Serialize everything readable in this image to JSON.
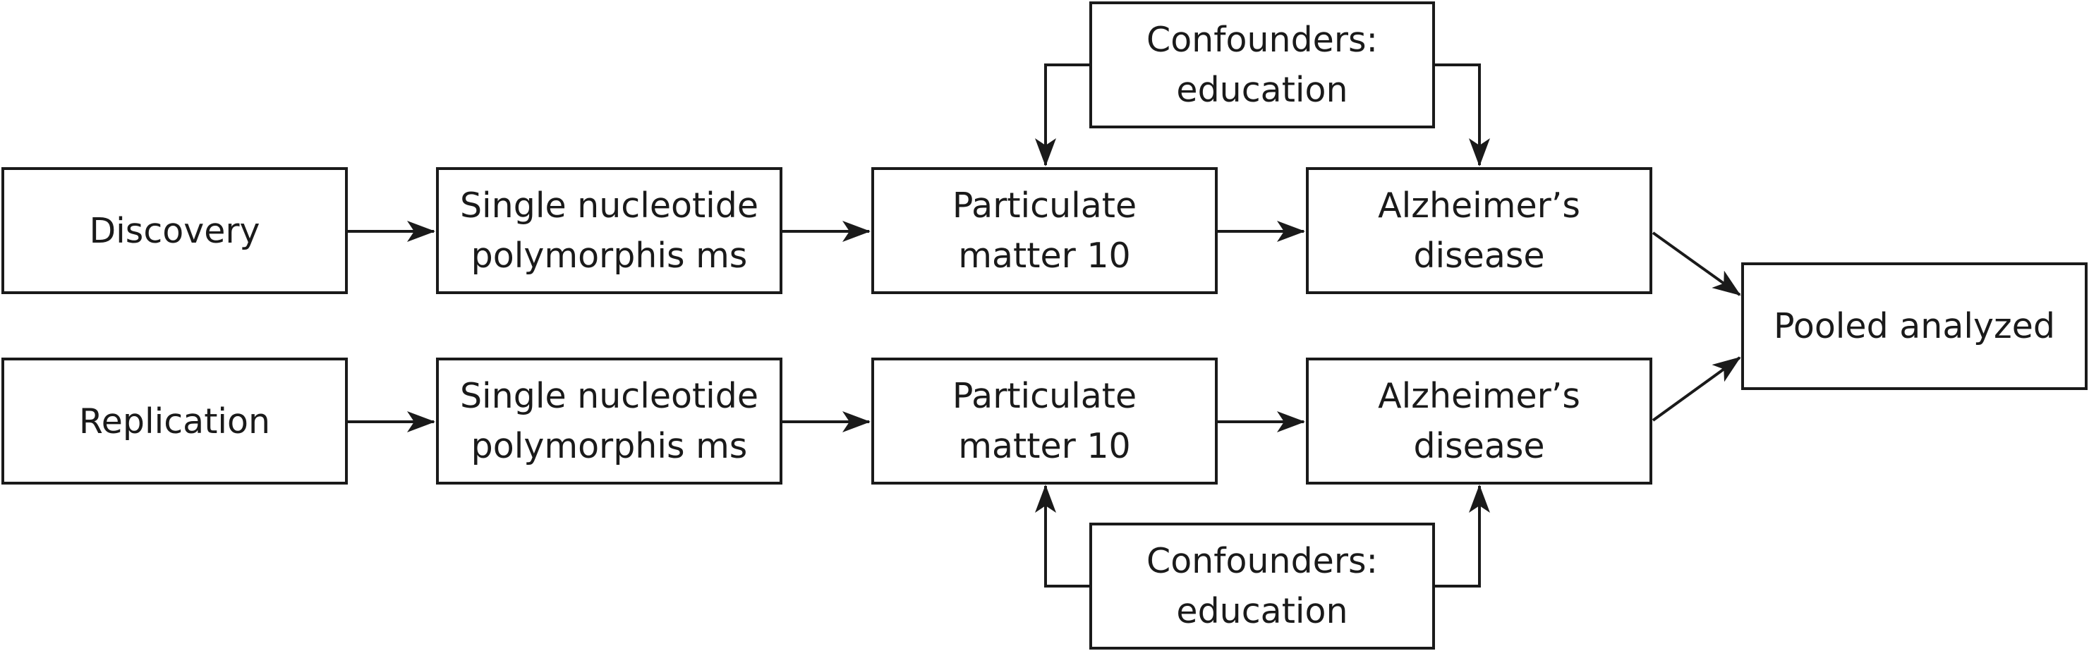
{
  "colors": {
    "stroke": "#1a1a1a",
    "background": "#ffffff"
  },
  "diagram": {
    "discovery_row": {
      "source": [
        "Discovery"
      ],
      "snps": [
        "Single nucleotide",
        "polymorphis ms"
      ],
      "exposure": [
        "Particulate",
        "matter 10"
      ],
      "outcome": [
        "Alzheimer’s",
        "disease"
      ],
      "confounders": [
        "Confounders:",
        "education"
      ]
    },
    "replication_row": {
      "source": [
        "Replication"
      ],
      "snps": [
        "Single nucleotide",
        "polymorphis ms"
      ],
      "exposure": [
        "Particulate",
        "matter 10"
      ],
      "outcome": [
        "Alzheimer’s",
        "disease"
      ],
      "confounders": [
        "Confounders:",
        "education"
      ]
    },
    "pooled": [
      "Pooled analyzed"
    ]
  }
}
